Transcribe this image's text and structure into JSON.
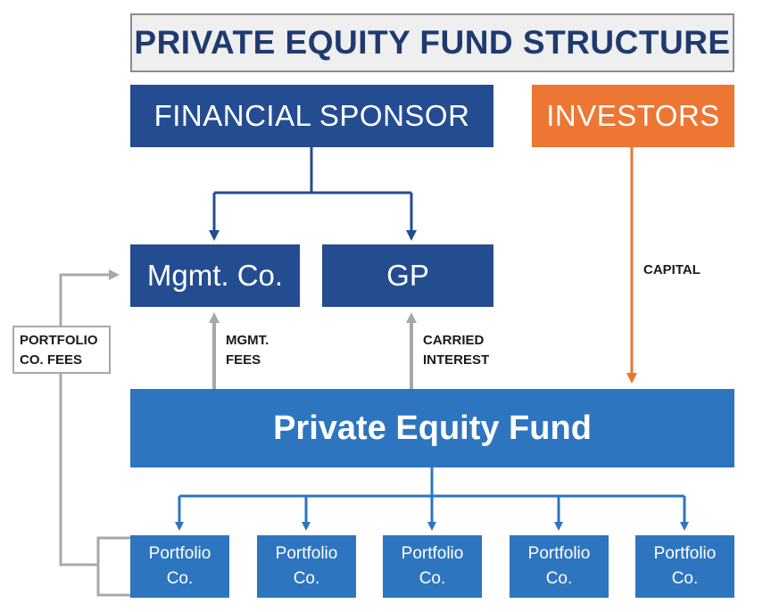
{
  "title": "PRIVATE EQUITY FUND STRUCTURE",
  "financial_sponsor": "FINANCIAL SPONSOR",
  "investors": "INVESTORS",
  "mgmt_co": "Mgmt. Co.",
  "gp": "GP",
  "private_equity_fund": "Private Equity Fund",
  "labels": {
    "capital": "CAPITAL",
    "mgmt_fees_line1": "MGMT.",
    "mgmt_fees_line2": "FEES",
    "carried_interest_line1": "CARRIED",
    "carried_interest_line2": "INTEREST",
    "portfolio_fees_line1": "PORTFOLIO",
    "portfolio_fees_line2": "CO. FEES"
  },
  "portfolio_companies": [
    {
      "line1": "Portfolio",
      "line2": "Co."
    },
    {
      "line1": "Portfolio",
      "line2": "Co."
    },
    {
      "line1": "Portfolio",
      "line2": "Co."
    },
    {
      "line1": "Portfolio",
      "line2": "Co."
    },
    {
      "line1": "Portfolio",
      "line2": "Co."
    }
  ],
  "colors": {
    "dark_blue": "#244c91",
    "mid_blue": "#2e75c0",
    "orange": "#ed7632",
    "gray": "#a8a8a8"
  }
}
